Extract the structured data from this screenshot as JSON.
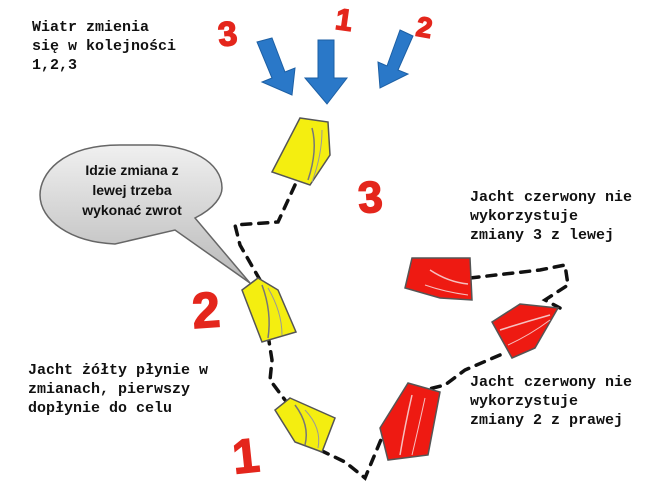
{
  "texts": {
    "wind_note": "Wiatr zmienia\nsię w kolejności\n1,2,3",
    "bubble": "Idzie zmiana z\nlewej trzeba\nwykonać zwrot",
    "red_left_note": "Jacht czerwony nie\nwykorzystuje\nzmiany 3 z lewej",
    "red_right_note": "Jacht czerwony nie\nwykorzystuje\nzmiany 2 z prawej",
    "yellow_note": "Jacht żółty płynie w\nzmianach, pierwszy\ndopłynie do celu"
  },
  "numbers": {
    "wind_1": "1",
    "wind_2": "2",
    "wind_3": "3",
    "shift_1": "1",
    "shift_2": "2",
    "shift_3": "3"
  },
  "colors": {
    "arrow_blue": "#2a78c8",
    "number_red": "#e4261c",
    "yacht_yellow": "#f4ee10",
    "yacht_red": "#ee1a12",
    "bubble_fill": "#d2d2d2",
    "path": "#111111"
  }
}
